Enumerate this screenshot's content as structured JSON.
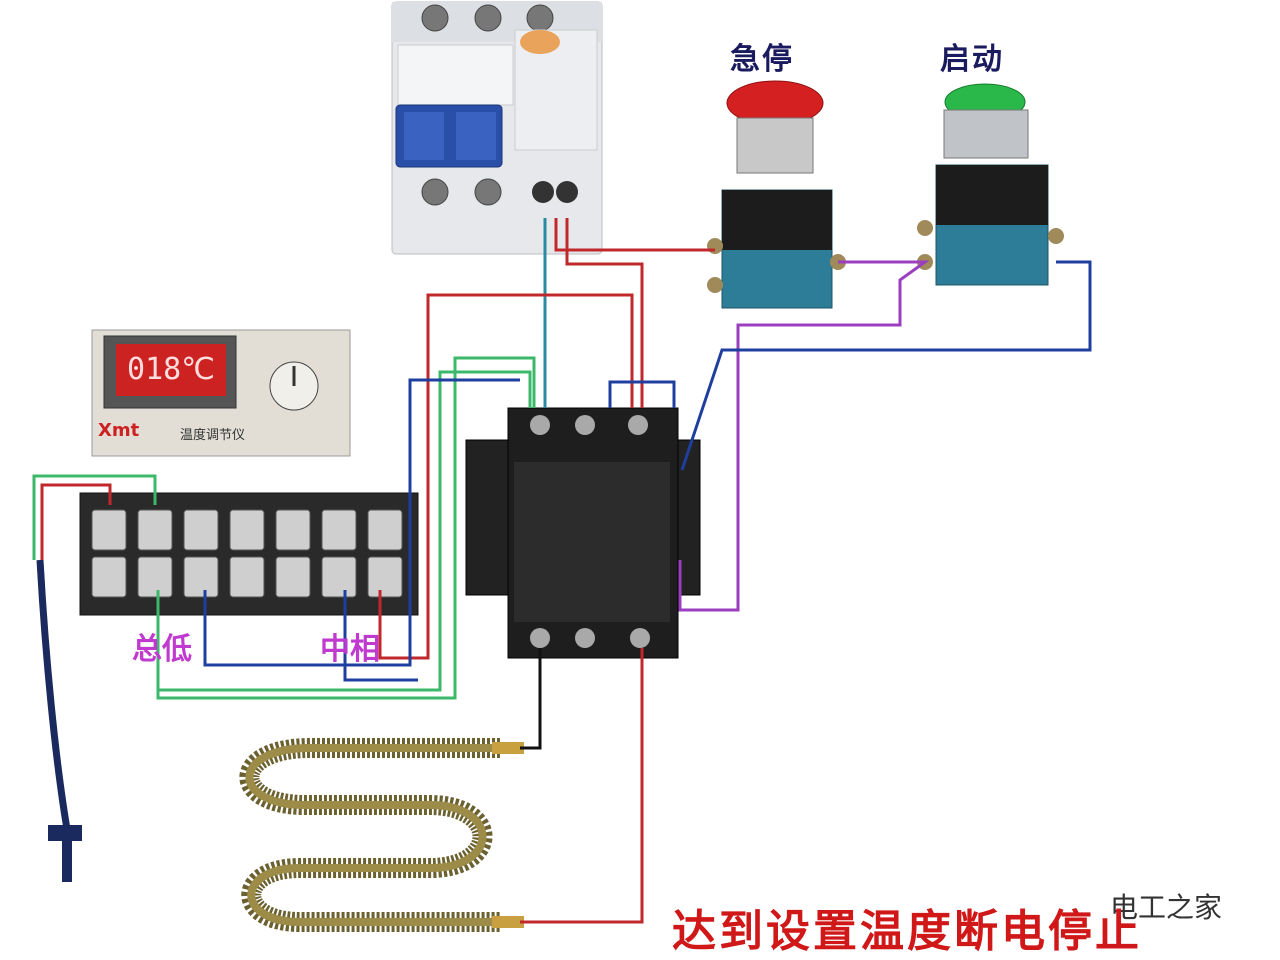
{
  "buttons": {
    "emergency_stop_label": "急停",
    "start_label": "启动"
  },
  "temp_controller": {
    "display_value": "018℃",
    "brand": "Xmt",
    "model_text": "温度调节仪"
  },
  "terminal_labels": {
    "left": "总低",
    "right": "中相"
  },
  "caption": "达到设置温度断电停止",
  "watermark": "电工之家",
  "colors": {
    "red_wire": "#c0282c",
    "teal_wire": "#2a8aa0",
    "green_wire": "#3cb86a",
    "blue_wire": "#1f3fa0",
    "purple_wire": "#9b3fc0",
    "black_wire": "#111111",
    "caption_red": "#d01818",
    "label_navy": "#1a1a5e"
  }
}
